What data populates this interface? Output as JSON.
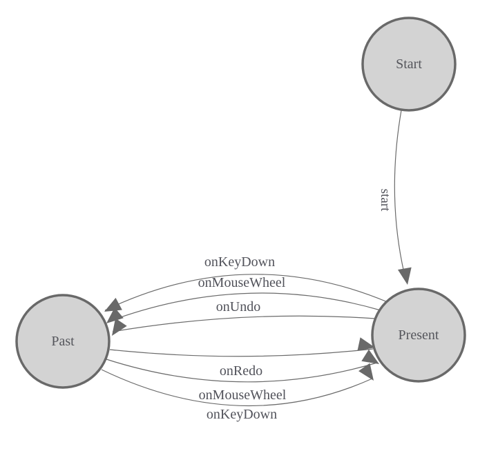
{
  "diagram": {
    "type": "state-machine",
    "nodes": [
      {
        "id": "start",
        "label": "Start"
      },
      {
        "id": "present",
        "label": "Present"
      },
      {
        "id": "past",
        "label": "Past"
      }
    ],
    "edges": [
      {
        "from": "Start",
        "to": "Present",
        "label": "start"
      },
      {
        "from": "Present",
        "to": "Past",
        "label": "onKeyDown"
      },
      {
        "from": "Present",
        "to": "Past",
        "label": "onMouseWheel"
      },
      {
        "from": "Present",
        "to": "Past",
        "label": "onUndo"
      },
      {
        "from": "Past",
        "to": "Present",
        "label": "onRedo"
      },
      {
        "from": "Past",
        "to": "Present",
        "label": "onMouseWheel"
      },
      {
        "from": "Past",
        "to": "Present",
        "label": "onKeyDown"
      }
    ],
    "colors": {
      "background": "#ffffff",
      "node_fill": "#d3d3d3",
      "node_stroke": "#696969",
      "edge_stroke": "#6a6a6a",
      "arrow_fill": "#696969",
      "node_text": "#55565c",
      "label_text": "#51525a"
    }
  }
}
